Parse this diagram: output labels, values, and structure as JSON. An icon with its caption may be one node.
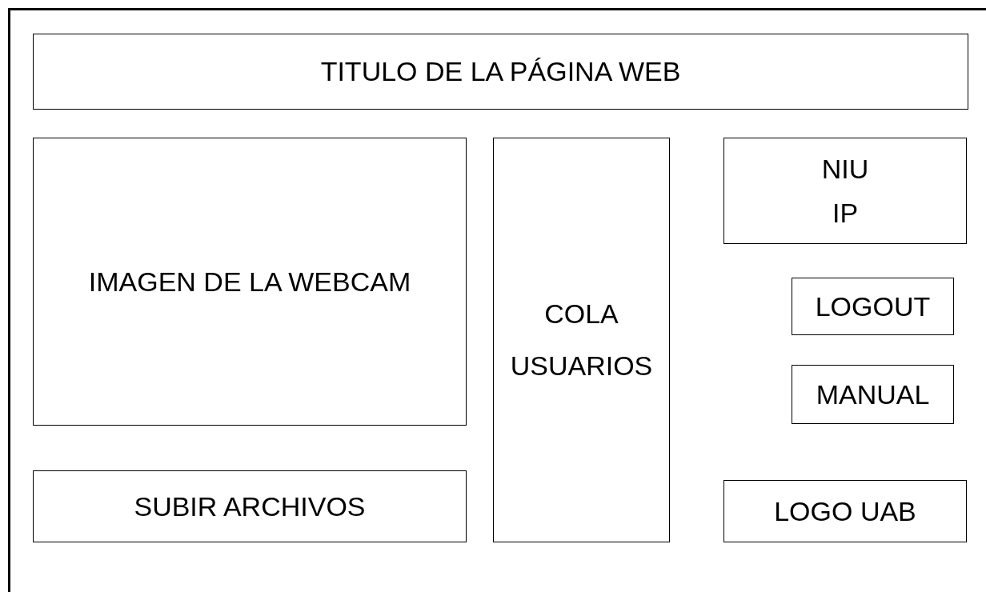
{
  "diagram": {
    "nodes": [
      {
        "text": [],
        "shape": "box"
      },
      {
        "text": [
          "TITULO DE LA PÁGINA WEB"
        ],
        "in": 0
      },
      {
        "text": [
          "IMAGEN DE LA WEBCAM"
        ],
        "in": 0
      },
      {
        "text": [
          "COLA USUARIOS"
        ],
        "in": 0
      },
      {
        "text": [
          "NIU",
          "IP"
        ],
        "in": 0
      },
      {
        "text": [
          "LOGOUT"
        ],
        "in": 0
      },
      {
        "text": [
          "MANUAL"
        ],
        "in": 0
      },
      {
        "text": [
          "SUBIR ARCHIVOS"
        ],
        "in": 0
      },
      {
        "text": [
          "LOGO UAB"
        ],
        "in": 0
      }
    ],
    "edges": []
  }
}
